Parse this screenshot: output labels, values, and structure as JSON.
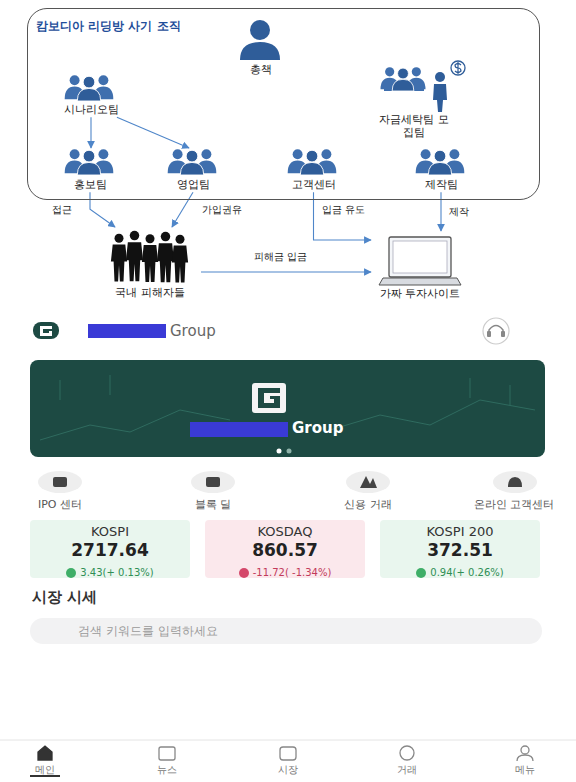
{
  "diagram": {
    "nodes": [
      {
        "text": [
          "캄보디아 리딩방 사기 조직"
        ]
      },
      {
        "text": [
          "총책"
        ],
        "in": 0
      },
      {
        "text": [
          "시나리오팀"
        ],
        "in": 0
      },
      {
        "text": [
          "자금세탁팀 모집팀"
        ],
        "in": 0
      },
      {
        "text": [
          "홍보팀"
        ],
        "in": 0
      },
      {
        "text": [
          "영업팀"
        ],
        "in": 0
      },
      {
        "text": [
          "고객센터"
        ],
        "in": 0
      },
      {
        "text": [
          "제작팀"
        ],
        "in": 0
      },
      {
        "text": [
          "국내 피해자들"
        ]
      },
      {
        "text": [
          "가짜 투자사이트"
        ]
      },
      {
        "text": [
          "KOSPI",
          "2717.64",
          "3.43(+ 0.13%)"
        ]
      },
      {
        "text": [
          "KOSDAQ",
          "860.57",
          "-11.72( -1.34%)"
        ]
      },
      {
        "text": [
          "KOSPI 200",
          "372.51",
          "0.94(+ 0.26%)"
        ]
      },
      {
        "text": [
          "검색 키워드를 입력하세요"
        ]
      }
    ],
    "edges": [
      {
        "from": 2,
        "to": 4,
        "arrow": "to"
      },
      {
        "from": 2,
        "to": 5,
        "arrow": "to"
      },
      {
        "from": 4,
        "to": 8,
        "label": "접근",
        "arrow": "to"
      },
      {
        "from": 5,
        "to": 8,
        "label": "가입권유",
        "arrow": "to"
      },
      {
        "from": 6,
        "to": 9,
        "label": "입금 유도",
        "arrow": "to"
      },
      {
        "from": 7,
        "to": 9,
        "label": "제작",
        "arrow": "to"
      },
      {
        "from": 8,
        "to": 9,
        "label": "피해금 입금",
        "arrow": "to"
      }
    ],
    "labels": [
      "Group",
      "Group",
      "IPO 센터",
      "블록 딜",
      "신용 거래",
      "온라인 고객센터",
      "시장 시세",
      "메인",
      "뉴스",
      "시장",
      "거래",
      "메뉴"
    ]
  }
}
